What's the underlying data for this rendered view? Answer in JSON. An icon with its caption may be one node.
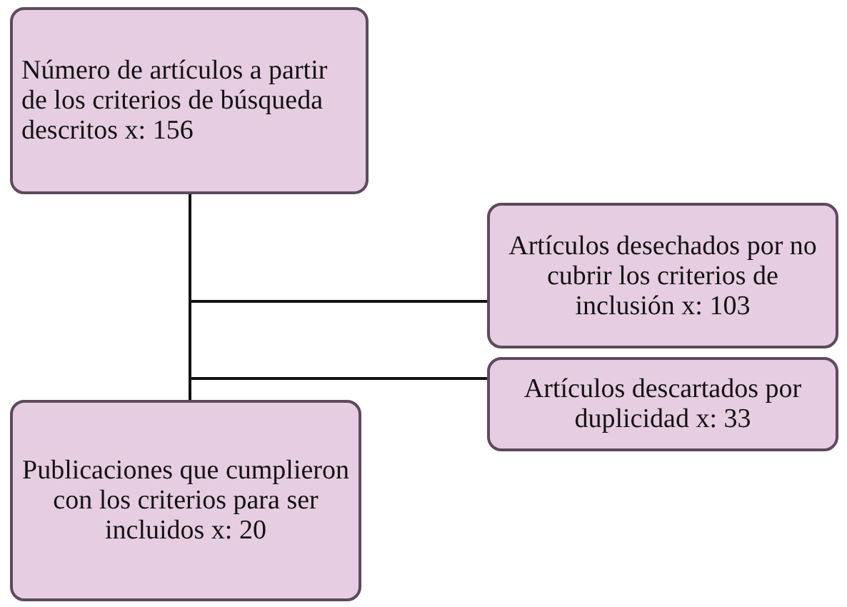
{
  "diagram": {
    "nodes": [
      {
        "text": [
          "Número de artículos a partir de los criterios de búsqueda descritos x: 156"
        ]
      },
      {
        "text": [
          "Artículos desechados por no cubrir los criterios de inclusión x: 103"
        ]
      },
      {
        "text": [
          "Artículos descartados por duplicidad x: 33"
        ]
      },
      {
        "text": [
          "Publicaciones que cumplieron con los criterios para ser incluidos x: 20"
        ]
      }
    ],
    "edges": [
      {
        "from": 0,
        "to": 1,
        "arrow": "none"
      },
      {
        "from": 0,
        "to": 2,
        "arrow": "none"
      },
      {
        "from": 0,
        "to": 3,
        "arrow": "none"
      }
    ]
  }
}
